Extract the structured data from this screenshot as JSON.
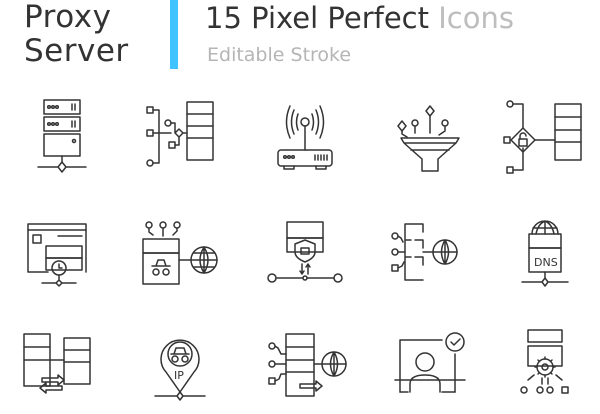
{
  "header": {
    "title_line1": "Proxy",
    "title_line2": "Server",
    "headline": "15 Pixel Perfect",
    "headline_muted": "Icons",
    "subtitle": "Editable Stroke",
    "accent_color": "#40c4ff"
  },
  "icons": [
    {
      "name": "server-network-icon"
    },
    {
      "name": "server-connections-icon"
    },
    {
      "name": "wifi-router-icon"
    },
    {
      "name": "data-funnel-icon"
    },
    {
      "name": "secure-server-routing-icon"
    },
    {
      "name": "web-server-time-icon"
    },
    {
      "name": "anonymous-proxy-globe-icon"
    },
    {
      "name": "server-security-shield-icon"
    },
    {
      "name": "distributed-server-globe-icon"
    },
    {
      "name": "dns-server-icon",
      "label": "DNS"
    },
    {
      "name": "server-transfer-icon"
    },
    {
      "name": "anonymous-ip-location-icon",
      "label": "IP"
    },
    {
      "name": "server-forward-globe-icon"
    },
    {
      "name": "user-verified-icon"
    },
    {
      "name": "server-settings-distribution-icon"
    }
  ]
}
